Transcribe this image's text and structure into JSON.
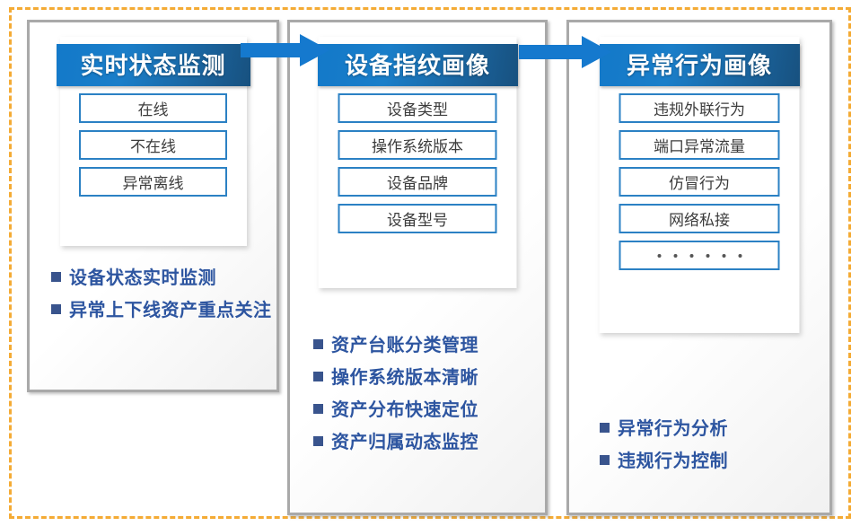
{
  "diagram": {
    "frame_color": "#f4ab35",
    "header_gradient_from": "#1379c9",
    "header_gradient_to": "#17517f",
    "item_border_color": "#2b81c4",
    "bullet_color": "#2d55a0",
    "bullet_marker_color": "#39548d",
    "arrow_color": "#1579ce",
    "columns": [
      {
        "title": "实时状态监测",
        "items": [
          {
            "label": "在线"
          },
          {
            "label": "不在线"
          },
          {
            "label": "异常离线"
          }
        ],
        "bullets": [
          "设备状态实时监测",
          "异常上下线资产重点关注"
        ]
      },
      {
        "title": "设备指纹画像",
        "items": [
          {
            "label": "设备类型"
          },
          {
            "label": "操作系统版本"
          },
          {
            "label": "设备品牌"
          },
          {
            "label": "设备型号"
          }
        ],
        "bullets": [
          "资产台账分类管理",
          "操作系统版本清晰",
          "资产分布快速定位",
          "资产归属动态监控"
        ]
      },
      {
        "title": "异常行为画像",
        "items": [
          {
            "label": "违规外联行为"
          },
          {
            "label": "端口异常流量"
          },
          {
            "label": "仿冒行为"
          },
          {
            "label": "网络私接"
          },
          {
            "label": "",
            "dots": 6
          }
        ],
        "bullets": [
          "异常行为分析",
          "违规行为控制"
        ]
      }
    ],
    "arrows": [
      {
        "name": "arrow-col1-to-col2"
      },
      {
        "name": "arrow-col2-to-col3"
      }
    ]
  }
}
